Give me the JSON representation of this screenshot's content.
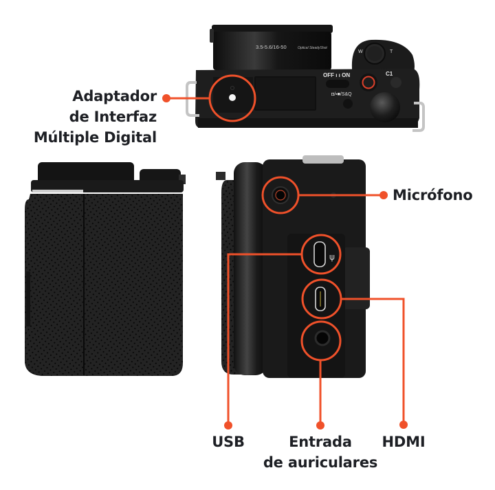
{
  "accent_color": "#f0512a",
  "text_color": "#1d1f24",
  "camera_body_color": "#1a1a1a",
  "callouts": {
    "multi_interface_shoe": {
      "lines": [
        "Adaptador",
        "de Interfaz",
        "Múltiple Digital"
      ]
    },
    "microphone": {
      "label": "Micrófono"
    },
    "usb": {
      "label": "USB"
    },
    "headphones": {
      "lines": [
        "Entrada",
        "de auriculares"
      ]
    },
    "hdmi": {
      "label": "HDMI"
    }
  },
  "camera_top": {
    "lens_marking": "3.5-5.6/16-50",
    "lens_stabilizer_marking": "Optical SteadyShot",
    "power_switch_label": "OFF ı ı ON",
    "mode_button_label": "/S&Q",
    "custom_button_label": "C1",
    "zoom_w_label": "W",
    "zoom_t_label": "T"
  },
  "views": [
    "top-view",
    "left-side-grip-view",
    "right-side-ports-view"
  ]
}
